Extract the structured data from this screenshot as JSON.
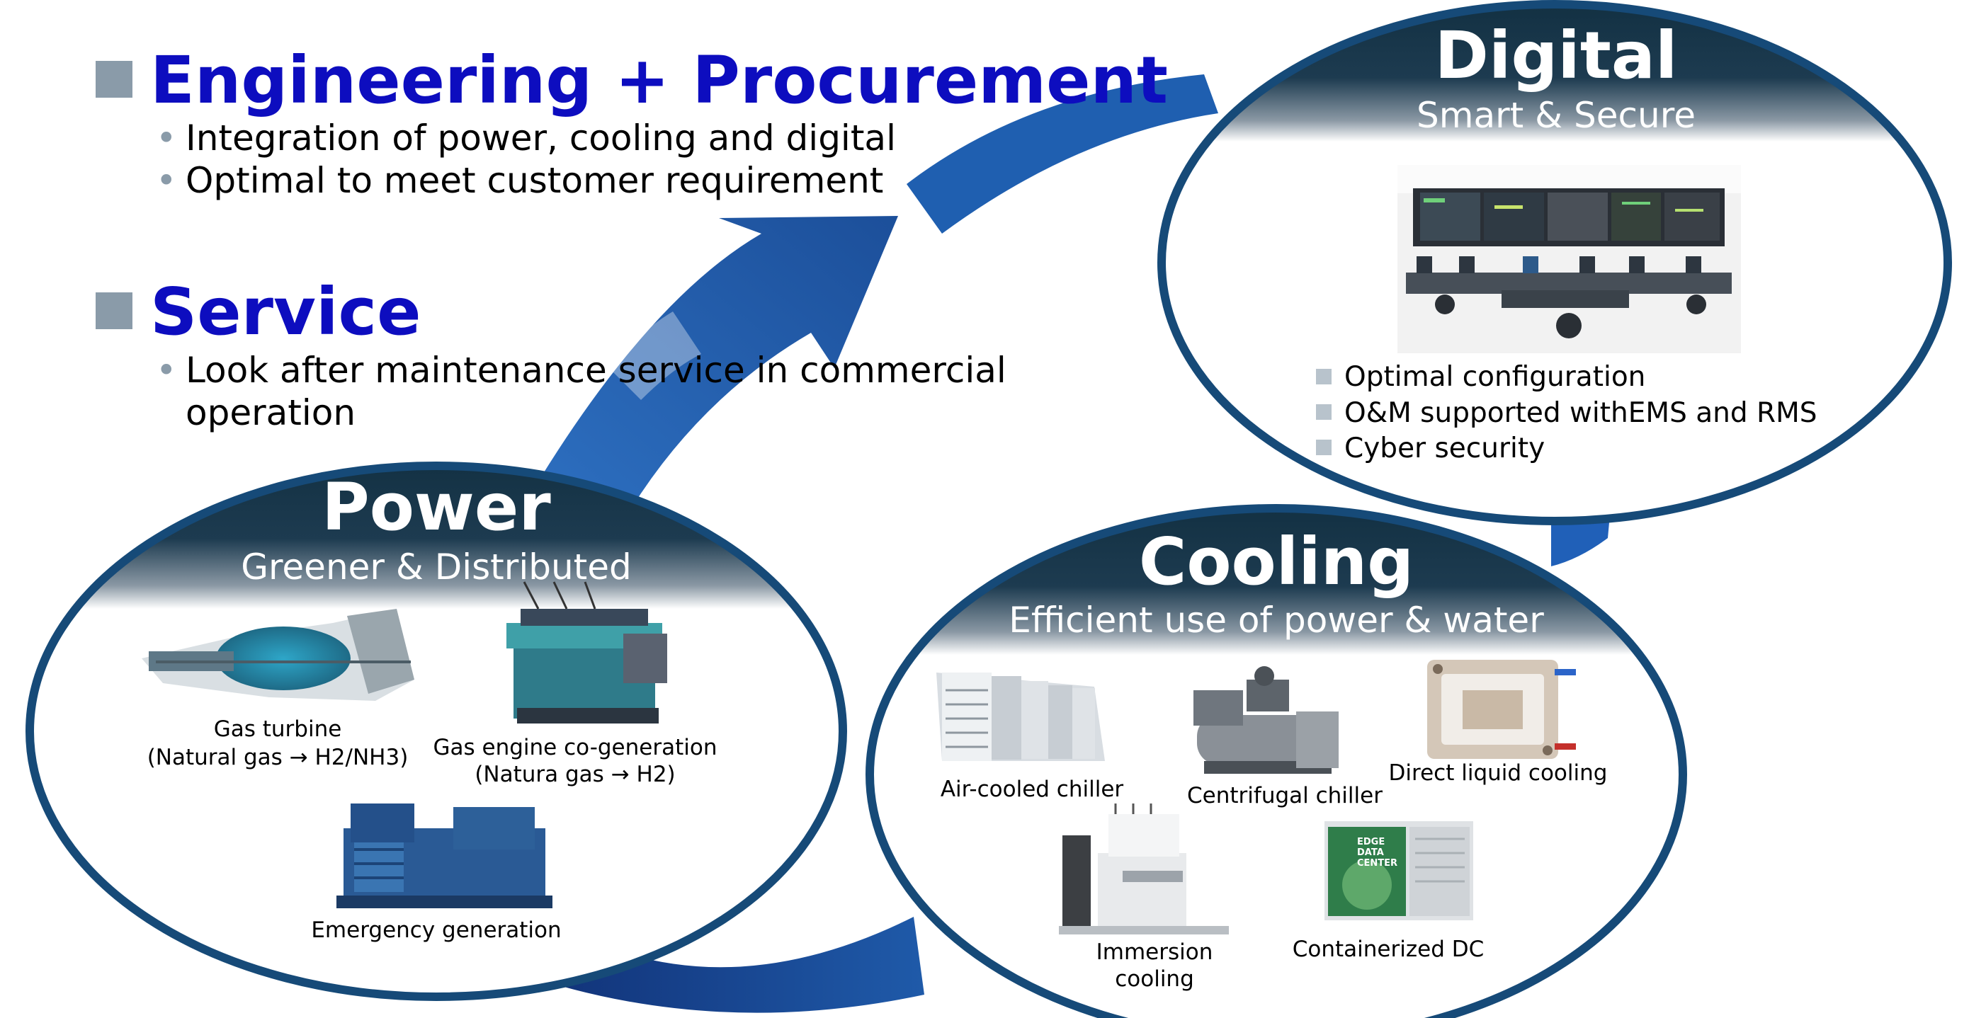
{
  "left_panel": {
    "engineering": {
      "title": "Engineering + Procurement",
      "bullets": [
        "Integration of power, cooling and digital",
        "Optimal to meet customer requirement"
      ]
    },
    "service": {
      "title": "Service",
      "bullet_line1": "Look after maintenance service in commercial",
      "bullet_line2": "operation"
    },
    "bullet_char": "•"
  },
  "digital": {
    "title": "Digital",
    "subtitle": "Smart & Secure",
    "items": [
      "Optimal configuration",
      "O&M supported withEMS and RMS",
      "Cyber security"
    ]
  },
  "power": {
    "title": "Power",
    "subtitle": "Greener & Distributed",
    "gas_turbine": [
      "Gas turbine",
      "(Natural gas → H2/NH3)"
    ],
    "gas_engine": [
      "Gas engine co-generation",
      "(Natura gas → H2)"
    ],
    "emergency": "Emergency generation"
  },
  "cooling": {
    "title": "Cooling",
    "subtitle": "Efficient use of power & water",
    "air_cooled": "Air-cooled chiller",
    "centrifugal": "Centrifugal chiller",
    "direct_liquid": "Direct liquid cooling",
    "immersion": [
      "Immersion",
      "cooling"
    ],
    "containerized": "Containerized DC",
    "container_sign": [
      "EDGE",
      "DATA",
      "CENTER"
    ]
  },
  "colors": {
    "title_blue": "#0d0dbf",
    "arrow_blue": "#1f5fb0",
    "ellipse_border": "#164a78",
    "header_dark": "#143044",
    "square_gray": "#8a9ba9"
  }
}
